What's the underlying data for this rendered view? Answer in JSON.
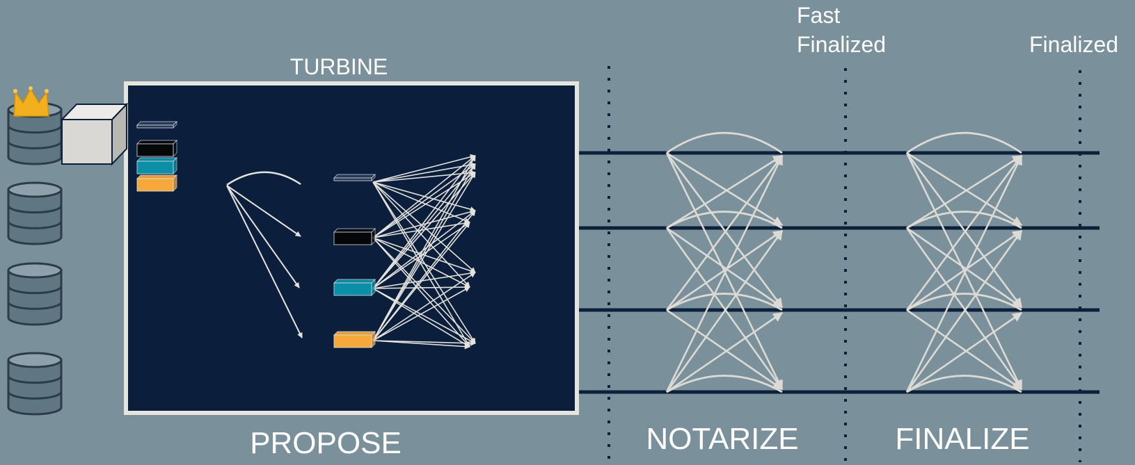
{
  "colors": {
    "background": "#7a909b",
    "panel": "#0b1f3d",
    "panel_border": "#e6e4df",
    "arrow": "#e4e2dc",
    "lane": "#0c1f3b",
    "crown": "#f2b01e",
    "block_slate": "#2a3a55",
    "block_black": "#050608",
    "block_teal": "#0b8fa6",
    "block_orange": "#f6a93b"
  },
  "labels": {
    "turbine": "TURBINE",
    "propose": "PROPOSE",
    "notarize": "NOTARIZE",
    "finalize": "FINALIZE",
    "fast_finalized_line1": "Fast",
    "fast_finalized_line2": "Finalized",
    "finalized": "Finalized"
  },
  "icons": {
    "validator": "database-icon",
    "leader": "crown-icon",
    "block": "cube-icon"
  },
  "blocks": [
    "slate",
    "black",
    "teal",
    "orange"
  ]
}
